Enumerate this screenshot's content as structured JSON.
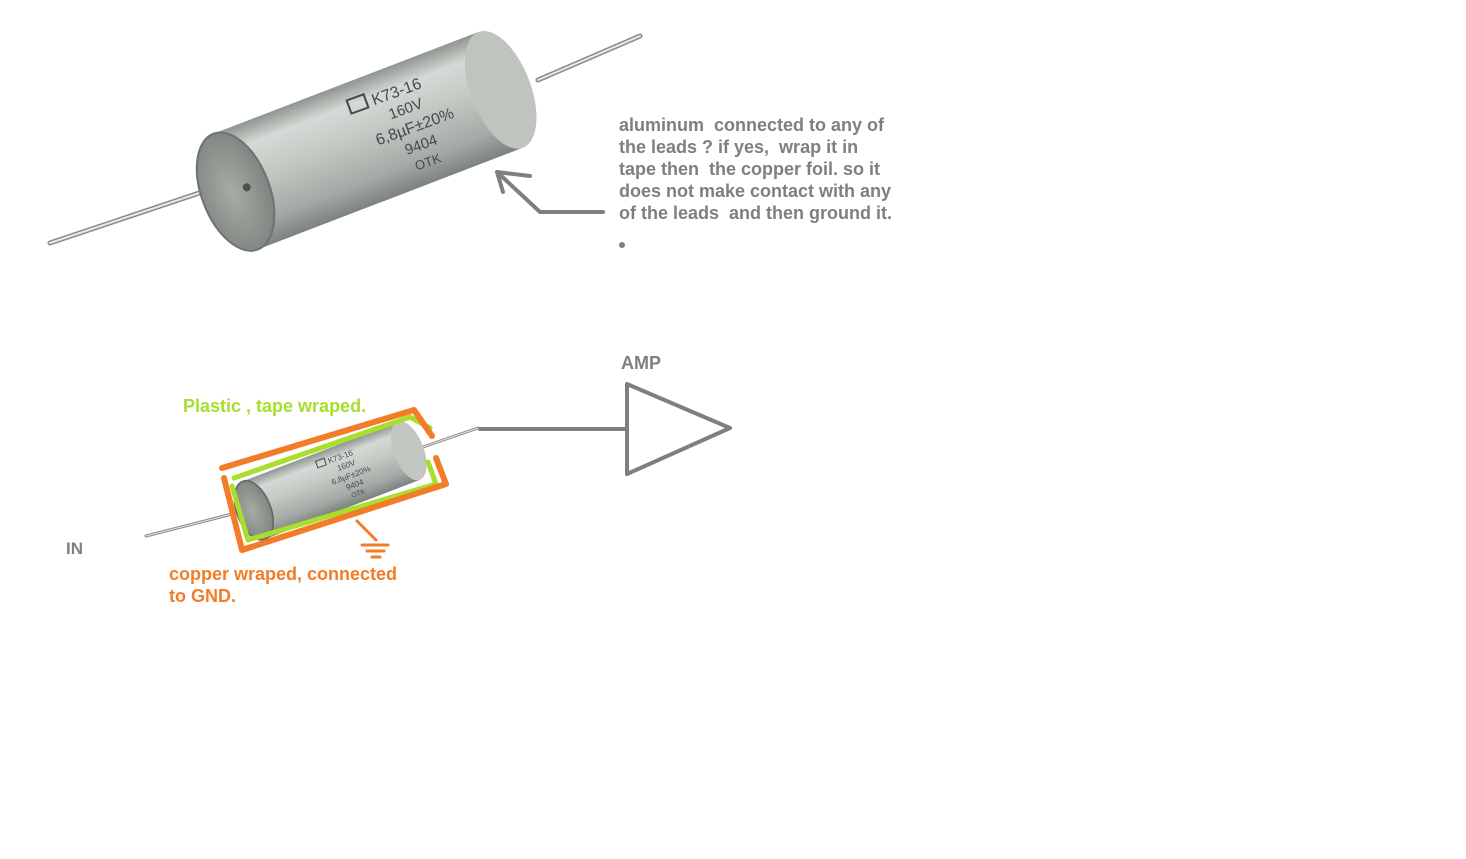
{
  "note": {
    "lines": [
      "aluminum  connected to any of",
      "the leads ? if yes,  wrap it in",
      "tape then  the copper foil. so it",
      "does not make contact with any",
      "of the leads  and then ground it."
    ]
  },
  "amp_label": "AMP",
  "in_label": "IN",
  "plastic_label": "Plastic , tape wraped.",
  "copper_label": {
    "lines": [
      "copper wraped, connected",
      "to GND."
    ]
  },
  "capacitor_marking": {
    "logo": "OTK-seal",
    "lines": [
      "K73-16",
      "160V",
      "6,8µF±20%",
      "9404",
      "OTK"
    ]
  },
  "colors": {
    "note_gray": "#7f7f7f",
    "copper_orange": "#f27c28",
    "tape_green": "#a8de2c",
    "wire_gray": "#7f7f7f",
    "aluminum": "#b8bdb8"
  },
  "icons": [
    "ground-symbol-icon",
    "amplifier-triangle-icon",
    "arrow-icon"
  ]
}
